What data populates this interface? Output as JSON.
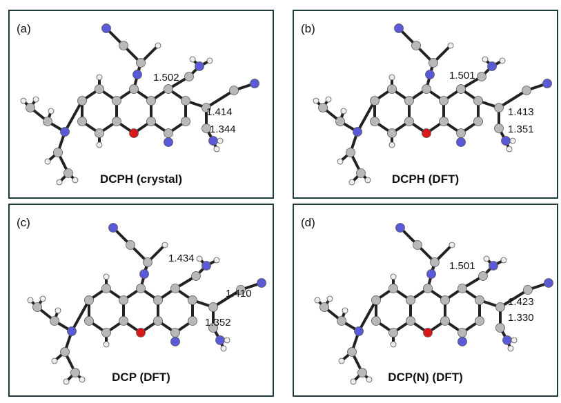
{
  "panels": [
    {
      "label": "(a)",
      "title": "DCPH (crystal)",
      "bonds": [
        "1.502",
        "1.414",
        "1.344"
      ]
    },
    {
      "label": "(b)",
      "title": "DCPH (DFT)",
      "bonds": [
        "1.501",
        "1.413",
        "1.351"
      ]
    },
    {
      "label": "(c)",
      "title": "DCP (DFT)",
      "bonds": [
        "1.434",
        "1.410",
        "1.352"
      ]
    },
    {
      "label": "(d)",
      "title": "DCP(N) (DFT)",
      "bonds": [
        "1.501",
        "1.423",
        "1.330"
      ]
    }
  ],
  "colors": {
    "carbon": "#b8b8b8",
    "hydrogen": "#eeeeee",
    "nitrogen": "#5a5ad6",
    "oxygen": "#d81818",
    "bond": "#222222",
    "frame": "#1f3a3d"
  }
}
